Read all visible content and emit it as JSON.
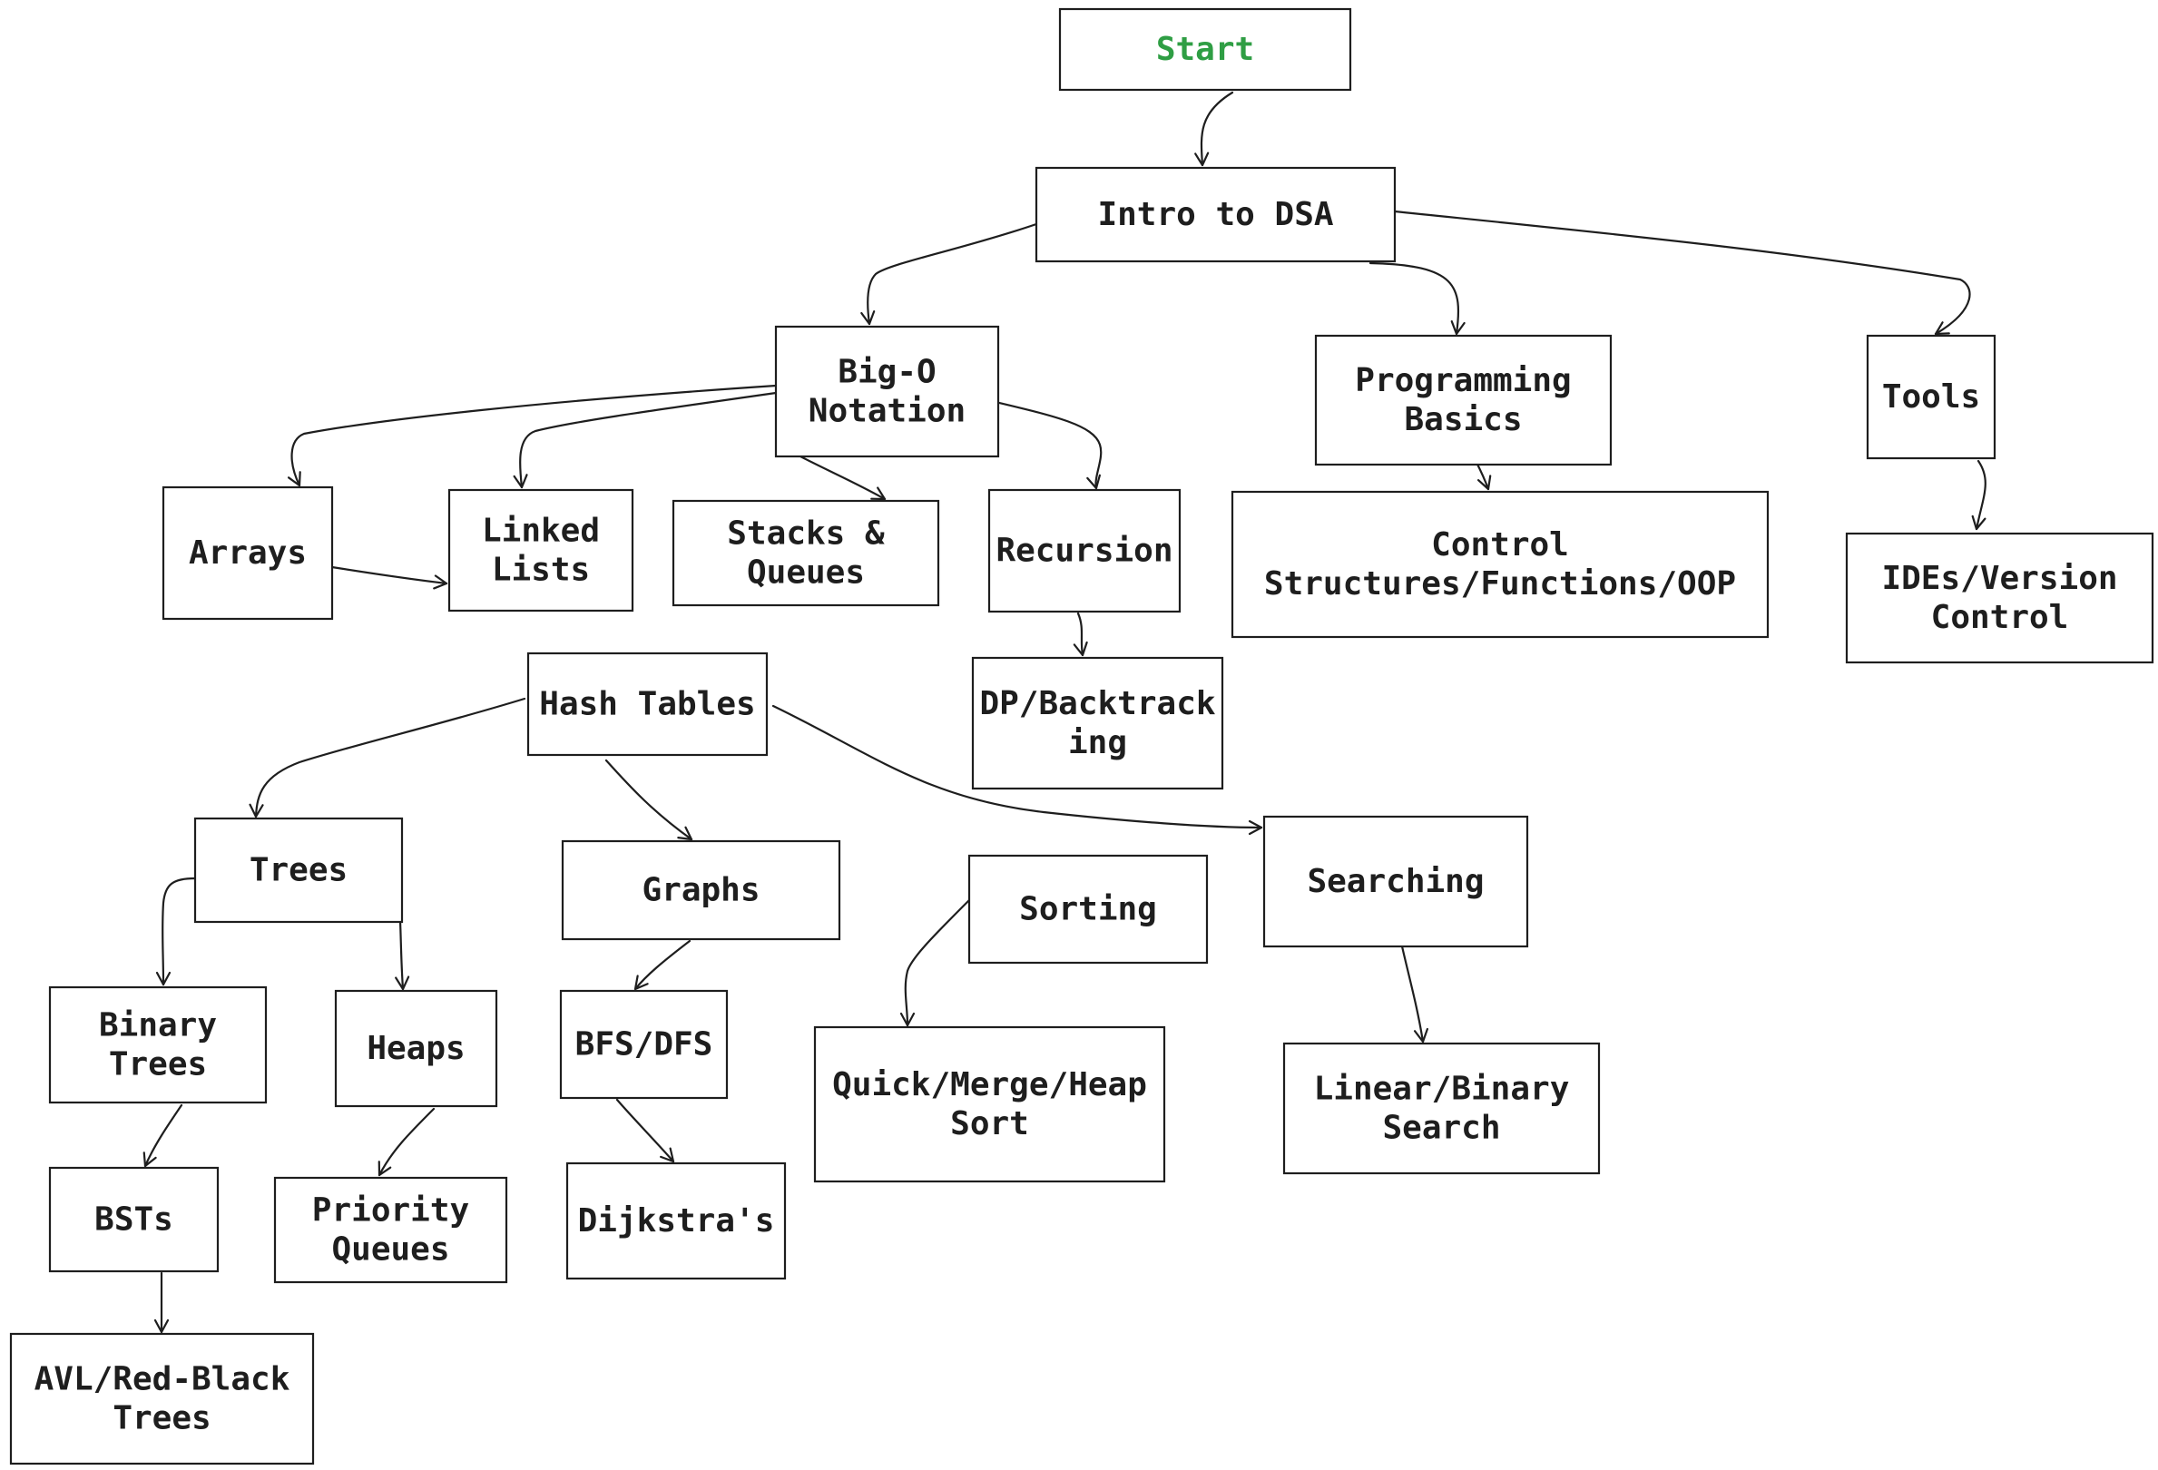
{
  "diagram": {
    "type": "flowchart",
    "accent_color": "#2f9e44",
    "stroke_color": "#1e1e1e",
    "nodes": [
      {
        "id": "start",
        "lines": [
          "Start"
        ],
        "accent": true
      },
      {
        "id": "intro",
        "lines": [
          "Intro to DSA"
        ]
      },
      {
        "id": "bigo",
        "lines": [
          "Big-O",
          "Notation"
        ]
      },
      {
        "id": "progbasics",
        "lines": [
          "Programming",
          "Basics"
        ]
      },
      {
        "id": "tools",
        "lines": [
          "Tools"
        ]
      },
      {
        "id": "arrays",
        "lines": [
          "Arrays"
        ]
      },
      {
        "id": "linkedlists",
        "lines": [
          "Linked",
          "Lists"
        ]
      },
      {
        "id": "stacks",
        "lines": [
          "Stacks &",
          "Queues"
        ]
      },
      {
        "id": "recursion",
        "lines": [
          "Recursion"
        ]
      },
      {
        "id": "control",
        "lines": [
          "Control",
          "Structures/Functions/OOP"
        ]
      },
      {
        "id": "ides",
        "lines": [
          "IDEs/Version",
          "Control"
        ]
      },
      {
        "id": "hashtables",
        "lines": [
          "Hash Tables"
        ]
      },
      {
        "id": "dp",
        "lines": [
          "DP/Backtrack",
          "ing"
        ]
      },
      {
        "id": "trees",
        "lines": [
          "Trees"
        ]
      },
      {
        "id": "graphs",
        "lines": [
          "Graphs"
        ]
      },
      {
        "id": "sorting",
        "lines": [
          "Sorting"
        ]
      },
      {
        "id": "searching",
        "lines": [
          "Searching"
        ]
      },
      {
        "id": "binarytrees",
        "lines": [
          "Binary",
          "Trees"
        ]
      },
      {
        "id": "heaps",
        "lines": [
          "Heaps"
        ]
      },
      {
        "id": "bfsdfs",
        "lines": [
          "BFS/DFS"
        ]
      },
      {
        "id": "quicksort",
        "lines": [
          "Quick/Merge/Heap",
          "Sort"
        ]
      },
      {
        "id": "linearsearch",
        "lines": [
          "Linear/Binary",
          "Search"
        ]
      },
      {
        "id": "bsts",
        "lines": [
          "BSTs"
        ]
      },
      {
        "id": "priorityqueues",
        "lines": [
          "Priority",
          "Queues"
        ]
      },
      {
        "id": "dijkstra",
        "lines": [
          "Dijkstra's"
        ]
      },
      {
        "id": "avl",
        "lines": [
          "AVL/Red-Black",
          "Trees"
        ]
      }
    ],
    "edges": [
      {
        "from": "start",
        "to": "intro"
      },
      {
        "from": "intro",
        "to": "bigo"
      },
      {
        "from": "intro",
        "to": "progbasics"
      },
      {
        "from": "intro",
        "to": "tools"
      },
      {
        "from": "bigo",
        "to": "arrays"
      },
      {
        "from": "bigo",
        "to": "linkedlists"
      },
      {
        "from": "bigo",
        "to": "stacks"
      },
      {
        "from": "bigo",
        "to": "recursion"
      },
      {
        "from": "arrays",
        "to": "linkedlists"
      },
      {
        "from": "progbasics",
        "to": "control"
      },
      {
        "from": "tools",
        "to": "ides"
      },
      {
        "from": "recursion",
        "to": "dp"
      },
      {
        "from": "hashtables",
        "to": "trees"
      },
      {
        "from": "hashtables",
        "to": "graphs"
      },
      {
        "from": "hashtables",
        "to": "searching"
      },
      {
        "from": "trees",
        "to": "binarytrees"
      },
      {
        "from": "trees",
        "to": "heaps"
      },
      {
        "from": "graphs",
        "to": "bfsdfs"
      },
      {
        "from": "sorting",
        "to": "quicksort"
      },
      {
        "from": "searching",
        "to": "linearsearch"
      },
      {
        "from": "binarytrees",
        "to": "bsts"
      },
      {
        "from": "heaps",
        "to": "priorityqueues"
      },
      {
        "from": "bfsdfs",
        "to": "dijkstra"
      },
      {
        "from": "bsts",
        "to": "avl"
      }
    ]
  }
}
